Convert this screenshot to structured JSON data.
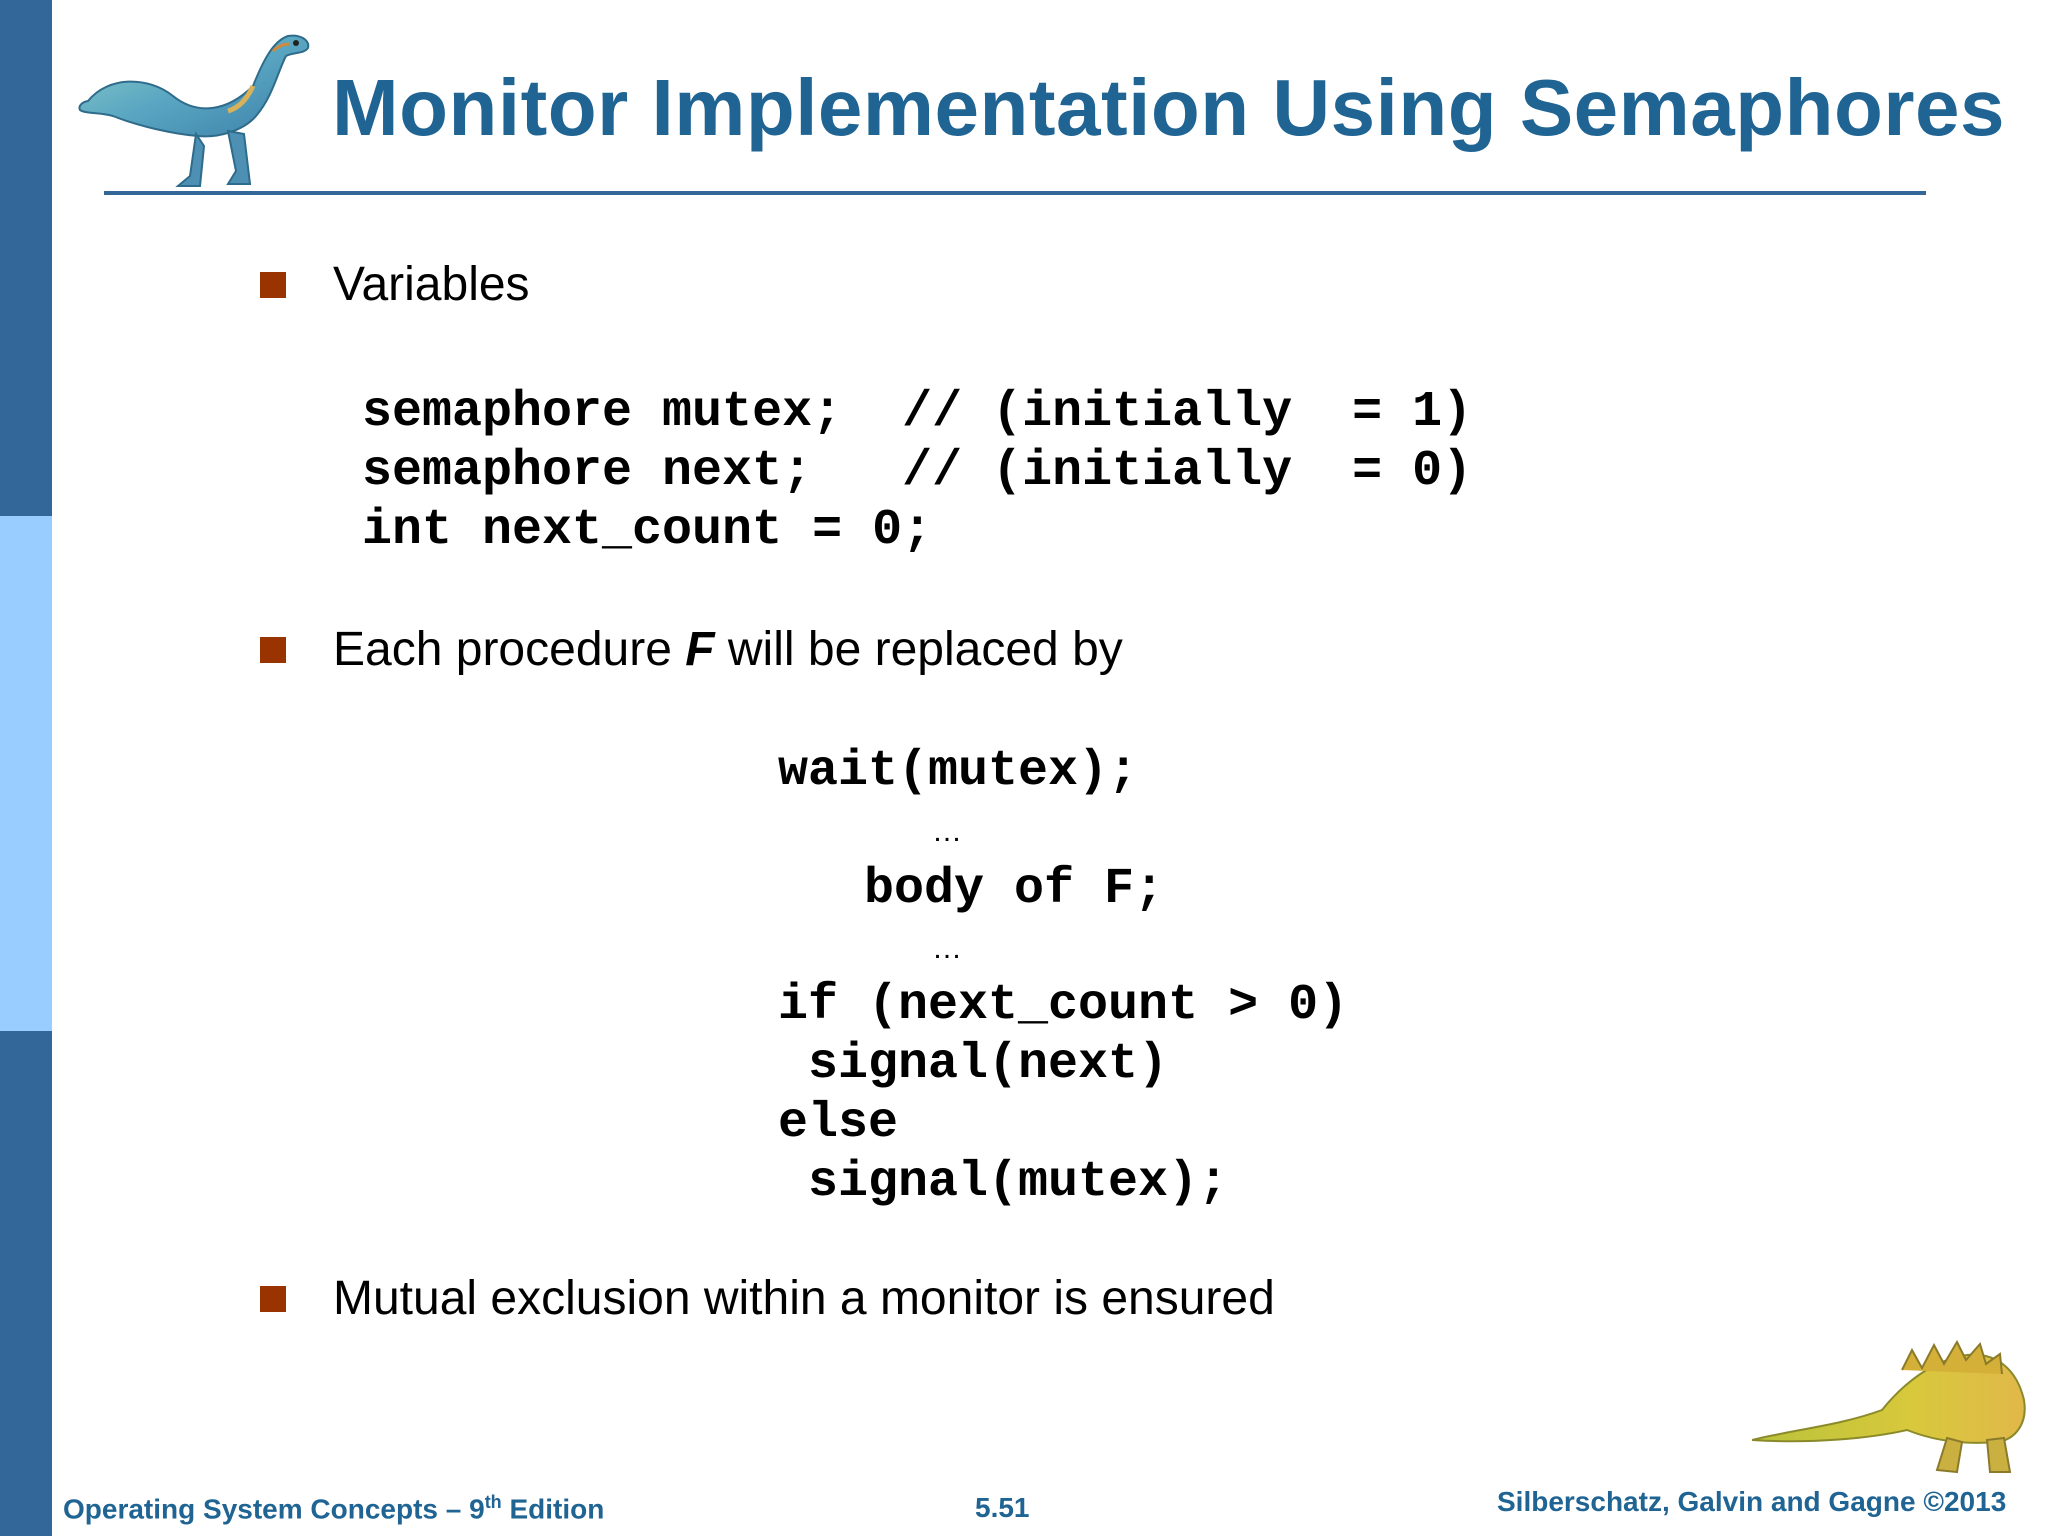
{
  "slide": {
    "title": "Monitor Implementation Using Semaphores",
    "bullets": [
      {
        "text": "Variables"
      },
      {
        "pre": "Each procedure ",
        "emph": "F",
        "post": "  will be replaced by"
      },
      {
        "text": "Mutual exclusion within a monitor is ensured"
      }
    ],
    "variables_code": [
      "semaphore mutex;  // (initially  = 1)",
      "semaphore next;   // (initially  = 0)",
      "int next_count = 0;"
    ],
    "procedure_code": {
      "wait": "wait(mutex);",
      "ellipsis1": "…",
      "body": "body of F;",
      "ellipsis2": "…",
      "if_line": "if (next_count > 0)",
      "signal_next": " signal(next)",
      "else_line": "else",
      "signal_mutex": " signal(mutex);"
    }
  },
  "footer": {
    "left_main": "Operating System Concepts – 9",
    "left_sup": "th",
    "left_end": " Edition",
    "center": "5.51",
    "right": "Silberschatz, Galvin and Gagne ©2013"
  },
  "colors": {
    "title": "#1f6493",
    "sidebar_dark": "#336699",
    "sidebar_light": "#99ccff",
    "bullet": "#993300"
  },
  "icons": {
    "top_left": "dinosaur-icon",
    "bottom_right": "dinosaur-icon"
  }
}
